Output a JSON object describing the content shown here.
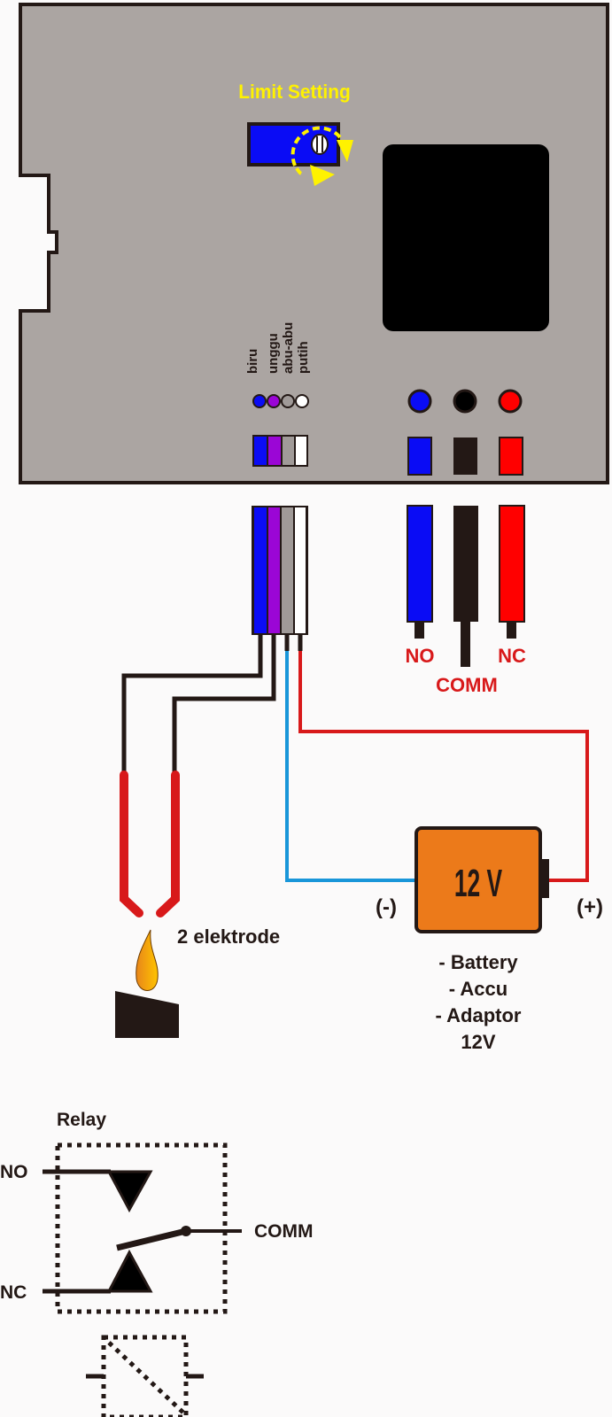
{
  "board": {
    "limit_label": "Limit Setting",
    "wire_labels": [
      "biru",
      "unggu",
      "abu-abu",
      "putih"
    ],
    "wire_colors": [
      "#0a0cf5",
      "#9b06d6",
      "#a09a98",
      "#ffffff"
    ],
    "relay_terminal_colors": [
      "#0a0cf5",
      "#111111",
      "#ff0000"
    ]
  },
  "relay_outputs": {
    "no_label": "NO",
    "comm_label": "COMM",
    "nc_label": "NC",
    "label_color": "#d8191a"
  },
  "sensor": {
    "label": "2 elektrode"
  },
  "power": {
    "battery_label": "12 V",
    "negative_label": "(-)",
    "positive_label": "(+)",
    "sources": [
      "- Battery",
      "- Accu",
      "- Adaptor",
      "12V"
    ],
    "battery_color": "#ec7a1a",
    "negative_wire_color": "#1996d9",
    "positive_wire_color": "#d8191a"
  },
  "relay_symbol": {
    "title": "Relay",
    "no_label": "NO",
    "nc_label": "NC",
    "comm_label": "COMM"
  },
  "colors": {
    "board": "#aba5a2",
    "outline": "#231815",
    "limit_text": "#fff200"
  }
}
